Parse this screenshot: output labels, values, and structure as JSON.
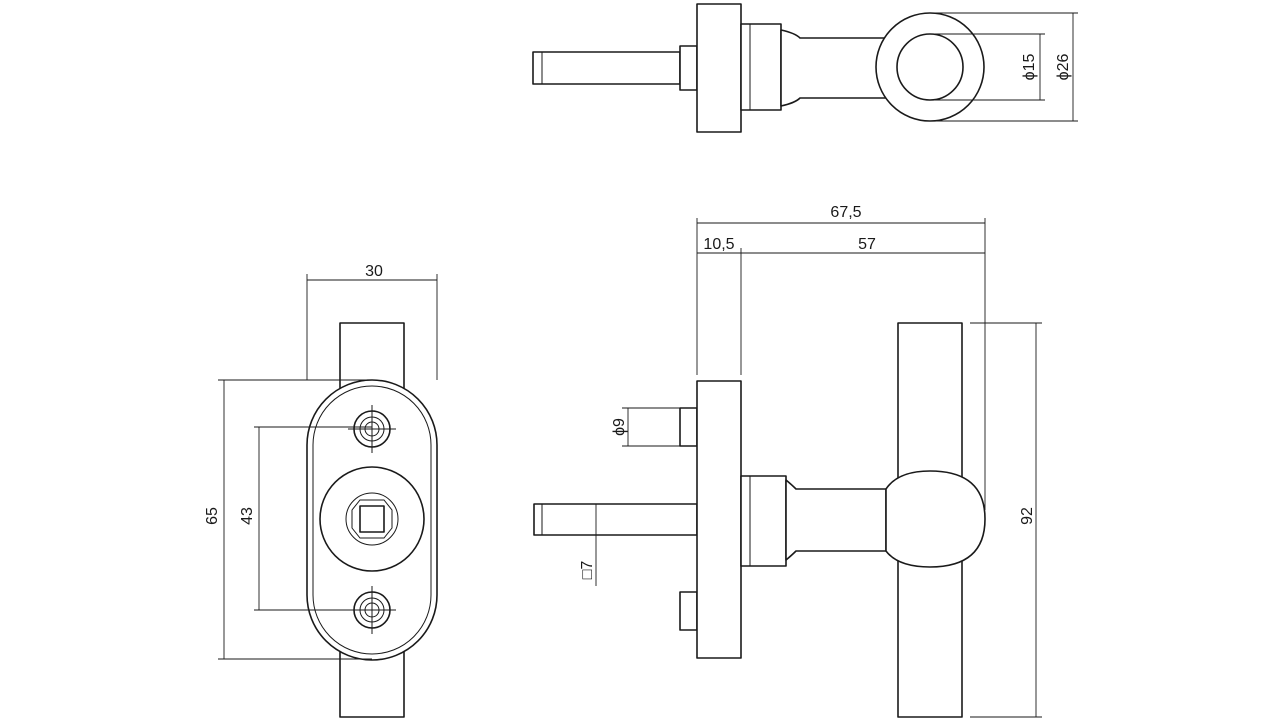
{
  "dimensions": {
    "top_inner_diameter": "ϕ15",
    "top_outer_diameter": "ϕ26",
    "front_width": "30",
    "front_height": "65",
    "front_hole_spacing": "43",
    "side_total_length": "67,5",
    "side_rose_depth": "10,5",
    "side_handle_length": "57",
    "side_pin_diameter": "ϕ9",
    "side_spindle_square": "□7",
    "side_handle_height": "92"
  }
}
